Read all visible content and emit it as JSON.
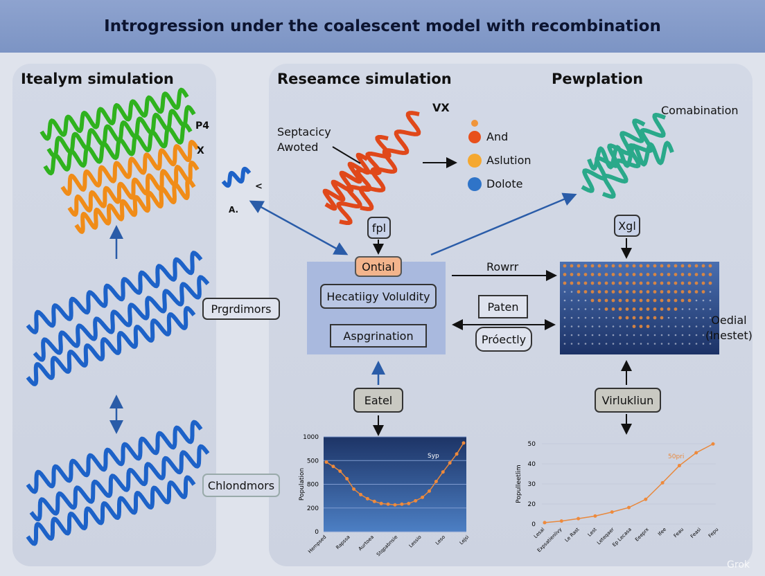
{
  "title": "Introgression under the coalescent model with recombination",
  "left_panel": {
    "title": "Itealym simulation",
    "labels": {
      "p4": "P4",
      "x": "X",
      "a": "A.",
      "lt": "<"
    },
    "boxes": {
      "top": "Prgrdimors",
      "bottom": "Chlondmors"
    }
  },
  "middle": {
    "title": "Reseamce simulation",
    "vx": "VX",
    "annotation": "Septacicy\nAwoted",
    "legend": [
      {
        "label": "",
        "color": "#f0953a"
      },
      {
        "label": "And",
        "color": "#e8501c"
      },
      {
        "label": "Aslution",
        "color": "#f5a830"
      },
      {
        "label": "Dolote",
        "color": "#2f74c8"
      }
    ],
    "fpl": "fpl",
    "ontial": "Ontial",
    "hecatiigy": "Hecatiigy Voluldity",
    "aspgrination": "Aspgrination",
    "eatel": "Eatel"
  },
  "connectors": {
    "rowrr": "Rowrr",
    "paten": "Paten",
    "profectly": "Próectly"
  },
  "right": {
    "title": "Pewplation",
    "combination": "Comabination",
    "xgl": "Xgl",
    "oedial": "Oedial\n(Inestet)",
    "virlukliun": "Virlukliun"
  },
  "colors": {
    "green": "#2fb21e",
    "orange": "#f08c18",
    "blue": "#1d62c8",
    "red": "#e0481a",
    "teal": "#2aa98a"
  },
  "chart_data": [
    {
      "type": "line",
      "ylabel": "Population",
      "ytick_labels": [
        "1000",
        "500",
        "800",
        "200",
        "0"
      ],
      "ylim": [
        0,
        1000
      ],
      "categories": [
        "Hempsed",
        "Rapssa",
        "Aurtoea",
        "Stqpabnsie",
        "Lessio",
        "Leso",
        "Lejsi"
      ],
      "annotation": "Syp",
      "grid": true,
      "values": [
        734,
        688,
        638,
        558,
        449,
        391,
        348,
        319,
        297,
        290,
        283,
        290,
        297,
        326,
        362,
        428,
        529,
        630,
        725,
        819,
        935
      ]
    },
    {
      "type": "line",
      "ylabel": "Populleetlim",
      "ytick_labels": [
        "50",
        "40",
        "30",
        "20",
        "0"
      ],
      "ylim": [
        0,
        50
      ],
      "categories": [
        "Lesal",
        "Expsatienlivy",
        "Le Rast",
        "Lest",
        "Leteqaer",
        "Ep Lecasa",
        "Eeeprx",
        "Ifee",
        "Feau",
        "Feasi",
        "Fepu"
      ],
      "annotation": "50pri",
      "grid": true,
      "values": [
        0.9,
        1.9,
        3.4,
        5.0,
        7.5,
        10.3,
        15.4,
        25.7,
        36.4,
        44.4,
        49.9
      ]
    }
  ],
  "watermark": "Grok"
}
